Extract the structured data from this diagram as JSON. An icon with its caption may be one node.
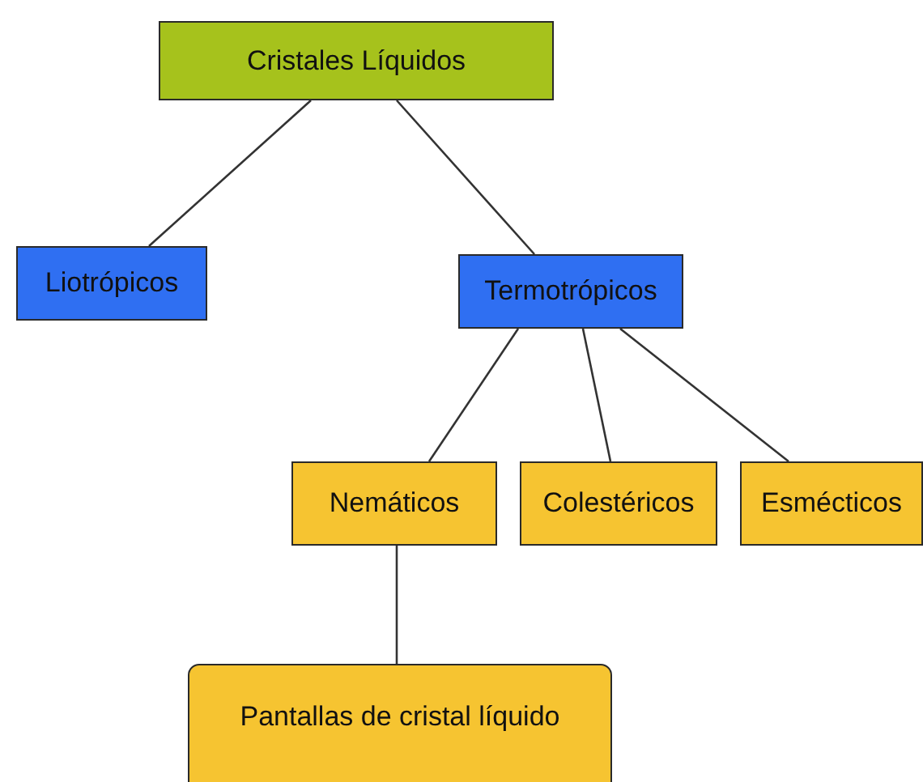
{
  "diagram": {
    "nodes": [
      {
        "text": [
          "Cristales Líquidos"
        ]
      },
      {
        "text": [
          "Liotrópicos"
        ]
      },
      {
        "text": [
          "Termotrópicos"
        ]
      },
      {
        "text": [
          "Nemáticos"
        ]
      },
      {
        "text": [
          "Colestéricos"
        ]
      },
      {
        "text": [
          "Esmécticos"
        ]
      },
      {
        "text": [
          "Pantallas de cristal líquido"
        ]
      }
    ],
    "edges": [
      {
        "from": 0,
        "to": 1,
        "arrow": "none"
      },
      {
        "from": 0,
        "to": 2,
        "arrow": "none"
      },
      {
        "from": 2,
        "to": 3,
        "arrow": "none"
      },
      {
        "from": 2,
        "to": 4,
        "arrow": "none"
      },
      {
        "from": 2,
        "to": 5,
        "arrow": "none"
      },
      {
        "from": 3,
        "to": 6,
        "arrow": "none"
      }
    ]
  }
}
